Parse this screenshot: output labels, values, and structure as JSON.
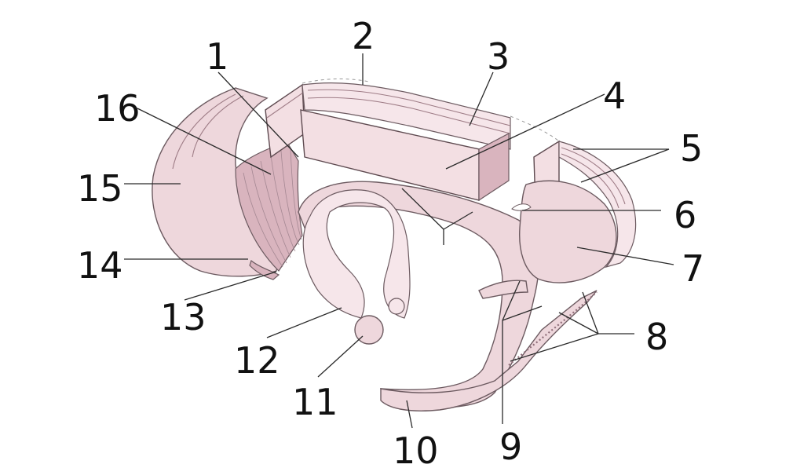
{
  "diagram": {
    "colors": {
      "tissue": "#eed7dc",
      "tissue_dark": "#d9b4be",
      "outline": "#6c5a60",
      "leader": "#2a2a2a"
    },
    "labels": [
      {
        "id": "1",
        "text": "1"
      },
      {
        "id": "2",
        "text": "2"
      },
      {
        "id": "3",
        "text": "3"
      },
      {
        "id": "4",
        "text": "4"
      },
      {
        "id": "5",
        "text": "5"
      },
      {
        "id": "6",
        "text": "6"
      },
      {
        "id": "7",
        "text": "7"
      },
      {
        "id": "8",
        "text": "8"
      },
      {
        "id": "9",
        "text": "9"
      },
      {
        "id": "10",
        "text": "10"
      },
      {
        "id": "11",
        "text": "11"
      },
      {
        "id": "12",
        "text": "12"
      },
      {
        "id": "13",
        "text": "13"
      },
      {
        "id": "14",
        "text": "14"
      },
      {
        "id": "15",
        "text": "15"
      },
      {
        "id": "16",
        "text": "16"
      }
    ]
  }
}
